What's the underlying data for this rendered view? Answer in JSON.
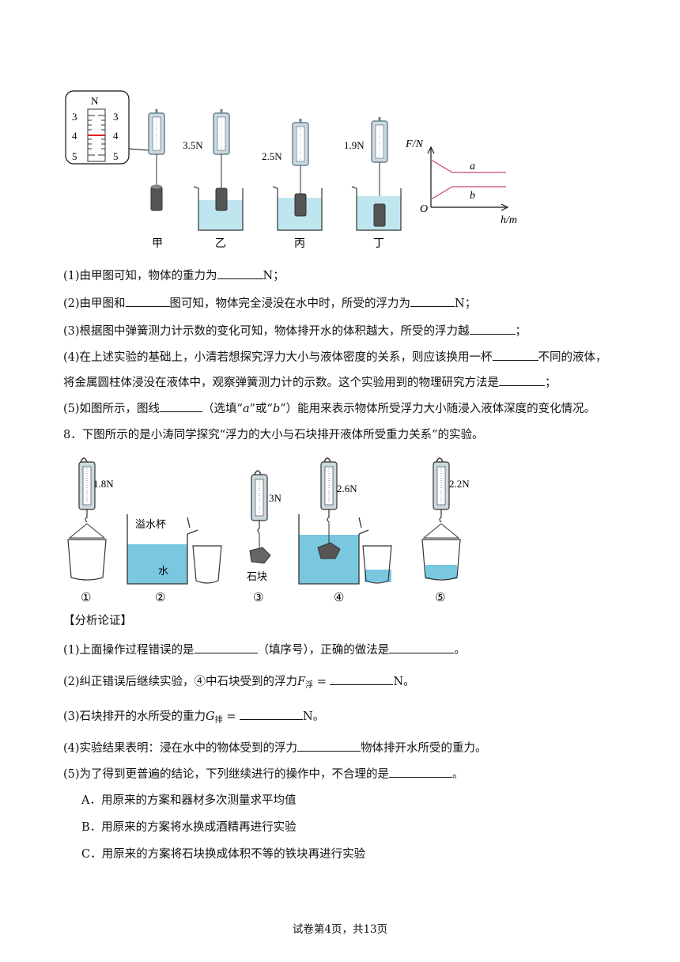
{
  "figure1": {
    "dial": {
      "unit": "N",
      "left_ticks": [
        "3",
        "4",
        "5"
      ],
      "right_ticks": [
        "3",
        "4",
        "5"
      ]
    },
    "readings": [
      "3.5N",
      "2.5N",
      "1.9N"
    ],
    "labels": [
      "甲",
      "乙",
      "丙",
      "丁"
    ],
    "graph": {
      "ylabel": "F/N",
      "xlabel": "h/m",
      "origin": "O",
      "line_a": "a",
      "line_b": "b"
    }
  },
  "q7": {
    "p1": {
      "pre": "(1)由甲图可知，物体的重力为",
      "post": "N；"
    },
    "p2": {
      "pre": "(2)由甲图和",
      "mid": "图可知，物体完全浸没在水中时，所受的浮力为",
      "post": "N；"
    },
    "p3": {
      "pre": "(3)根据图中弹簧测力计示数的变化可知，物体排开水的体积越大，所受的浮力越",
      "post": "；"
    },
    "p4a": {
      "pre": "(4)在上述实验的基础上，小清若想探究浮力大小与液体密度的关系，则应该换用一杯",
      "post": "不同的液体，"
    },
    "p4b": {
      "pre": "将金属圆柱体浸没在液体中，观察弹簧测力计的示数。这个实验用到的物理研究方法是",
      "post": "；"
    },
    "p5": {
      "pre": "(5)如图所示，图线",
      "mid1": "（选填“",
      "a": "a",
      "mid2": "”或“",
      "b": "b",
      "post": "”）能用来表示物体所受浮力大小随浸入液体深度的变化情况。"
    }
  },
  "q8": {
    "title": "8．下图所示的是小涛同学探究“浮力的大小与石块排开液体所受重力关系”的实验。",
    "figure": {
      "readings": [
        "1.8N",
        "3N",
        "2.6N",
        "2.2N"
      ],
      "overflow_cup": "溢水杯",
      "water": "水",
      "stone": "石块",
      "steps": [
        "①",
        "②",
        "③",
        "④",
        "⑤"
      ]
    },
    "analysis_heading": "【分析论证】",
    "p1": {
      "pre": "(1)上面操作过程错误的是",
      "mid": "（填序号），正确的做法是",
      "post": "。"
    },
    "p2": {
      "pre": "(2)纠正错误后继续实验，④中石块受到的浮力",
      "sym": "F",
      "sub": "浮",
      "eq": " = ",
      "post": "N。"
    },
    "p3": {
      "pre": "(3)石块排开的水所受的重力",
      "sym": "G",
      "sub": "排",
      "eq": " = ",
      "post": "N。"
    },
    "p4": {
      "pre": "(4)实验结果表明：浸在水中的物体受到的浮力",
      "post": "物体排开水所受的重力。"
    },
    "p5": {
      "pre": "(5)为了得到更普遍的结论，下列继续进行的操作中，不合理的是",
      "post": "。"
    },
    "options": [
      "A．用原来的方案和器材多次测量求平均值",
      "B．用原来的方案将水换成酒精再进行实验",
      "C．用原来的方案将石块换成体积不等的铁块再进行实验"
    ]
  },
  "footer": "试卷第4页，共13页"
}
